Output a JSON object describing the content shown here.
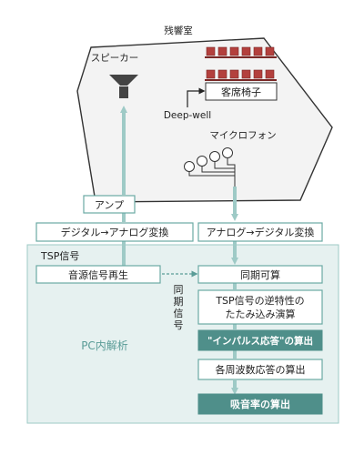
{
  "room": {
    "title": "残響室"
  },
  "speaker": {
    "label": "スピーカー"
  },
  "seats": {
    "label": "客席椅子"
  },
  "deepwell": {
    "label": "Deep-well"
  },
  "microphone": {
    "label": "マイクロフォン"
  },
  "left_chain": {
    "amp": "アンプ",
    "da": "デジタル→アナログ変換",
    "tsp": "TSP信号",
    "play": "音源信号再生"
  },
  "right_chain": {
    "ad": "アナログ→デジタル変換",
    "sync": "同期可算",
    "inverse_1": "TSP信号の逆特性の",
    "inverse_2": "たたみ込み演算",
    "impulse": "\"インパルス応答\"の算出",
    "freq": "各周波数応答の算出",
    "absorb": "吸音率の算出"
  },
  "sync_signal": [
    "同",
    "期",
    "信",
    "号"
  ],
  "pc": {
    "label": "PC内解析"
  },
  "colors": {
    "accent": "#4f8f8a",
    "light_accent": "#9ecac6",
    "pc_fill": "#e6f1f0",
    "room_fill": "#f3f3f3",
    "seat_red": "#b3403d"
  }
}
